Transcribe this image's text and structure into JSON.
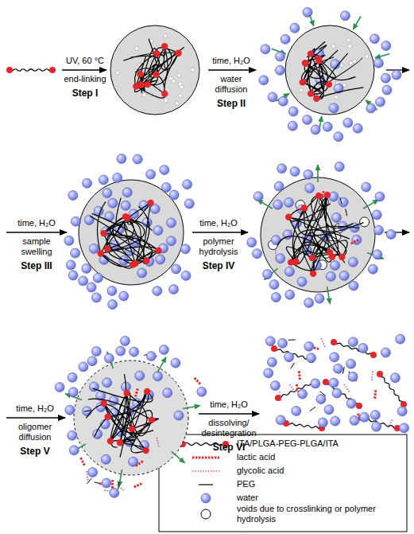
{
  "diagram": {
    "labels": [
      "UV, 60 °C",
      "end-linking",
      "Step I",
      "time, H₂O",
      "water diffusion",
      "Step II",
      "time, H₂O",
      "sample swelling",
      "Step III",
      "time, H₂O",
      "polymer hydrolysis",
      "Step IV",
      "time, H₂O",
      "oligomer diffusion",
      "Step V",
      "time, H₂O",
      "dissolving/ desintegration",
      "Step VI"
    ],
    "legend": [
      {
        "text": "ITA/PLGA-PEG-PLGA/ITA"
      },
      {
        "text": "lactic acid"
      },
      {
        "text": "glycolic acid"
      },
      {
        "text": "PEG"
      },
      {
        "text": "water"
      },
      {
        "text": "voids due to crosslinking or polymer hydrolysis"
      }
    ]
  }
}
